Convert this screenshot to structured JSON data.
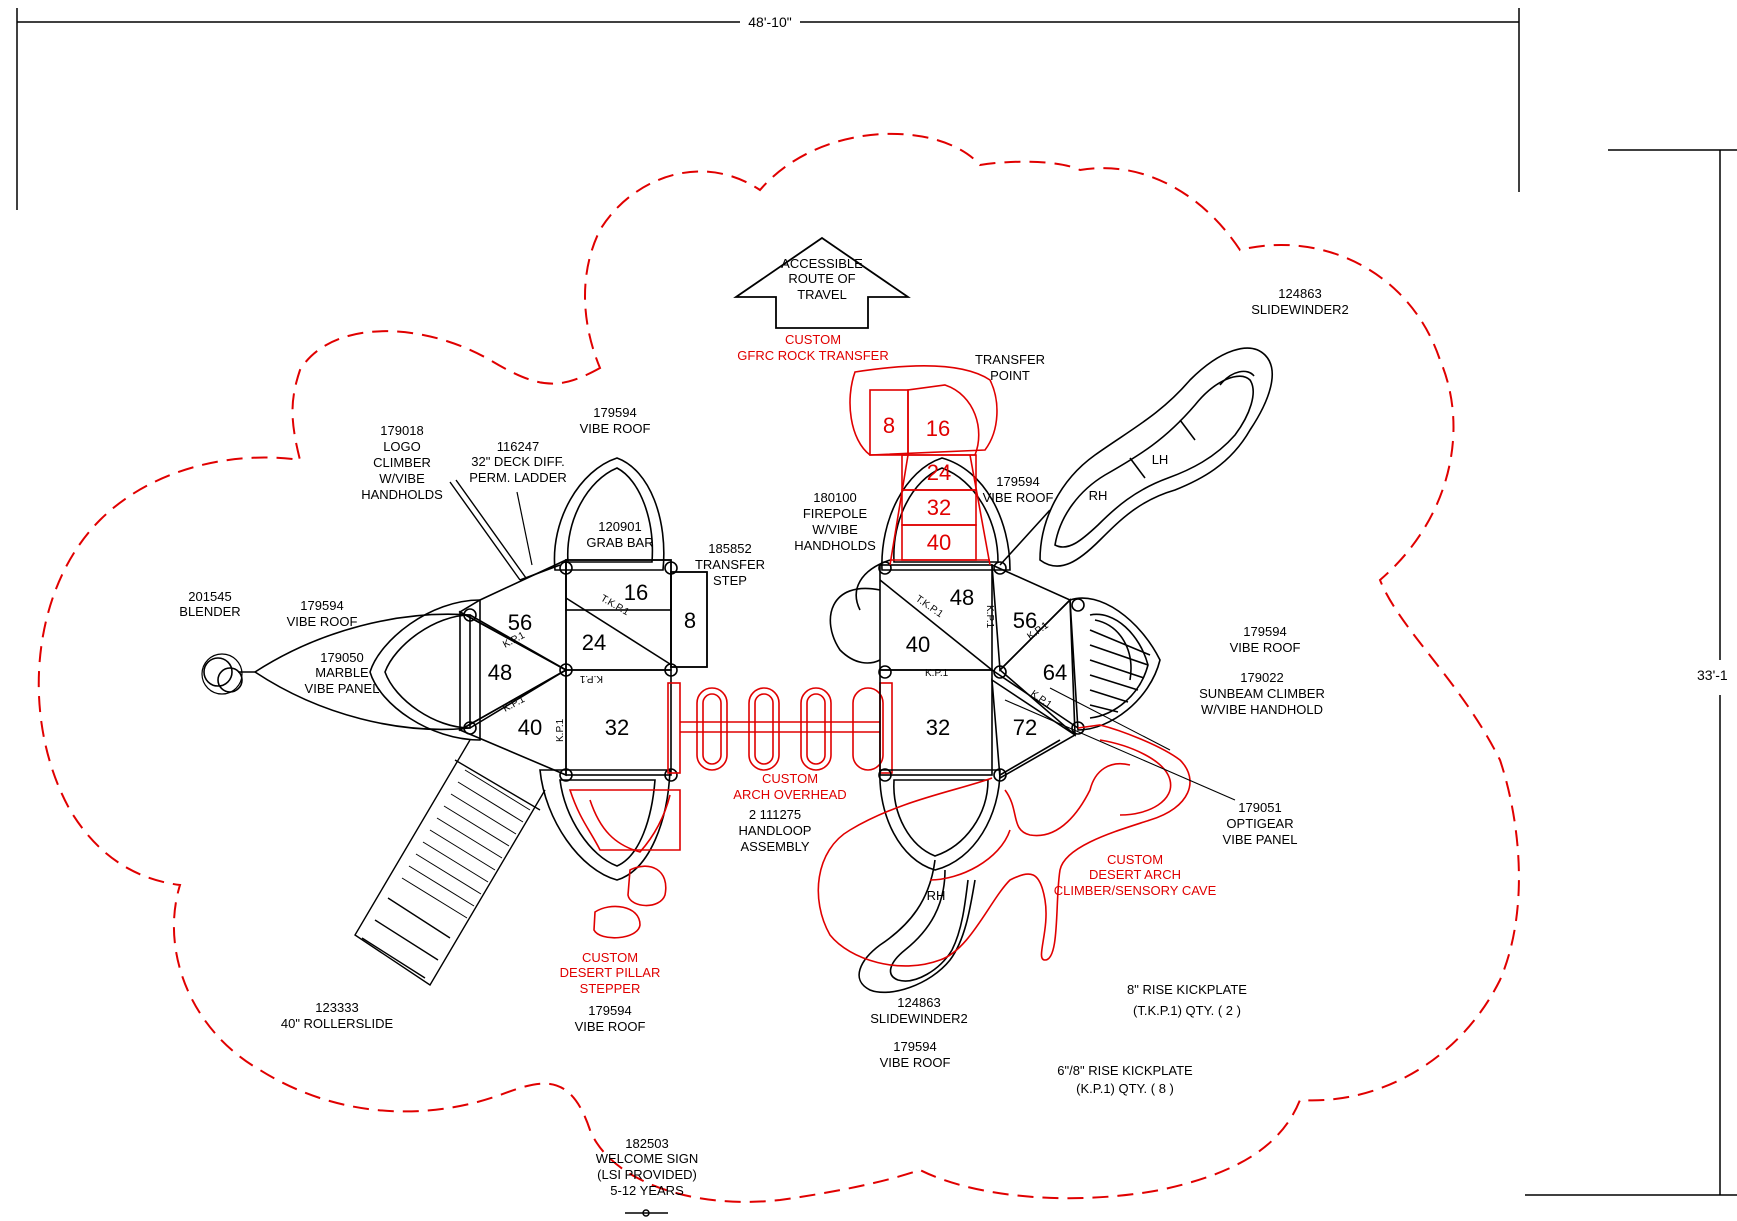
{
  "dimensions": {
    "width": "48'-10\"",
    "height": "33'-1"
  },
  "arrow_label": [
    "ACCESSIBLE",
    "ROUTE OF",
    "TRAVEL"
  ],
  "callouts": {
    "blender": [
      "201545",
      "BLENDER"
    ],
    "vibe_roof_left": [
      "179594",
      "VIBE ROOF"
    ],
    "marble_panel": [
      "179050",
      "MARBLE",
      "VIBE PANEL"
    ],
    "logo_climber": [
      "179018",
      "LOGO",
      "CLIMBER",
      "W/VIBE",
      "HANDHOLDS"
    ],
    "deck_ladder": [
      "116247",
      "32\" DECK DIFF.",
      "PERM. LADDER"
    ],
    "vibe_roof_top_left": [
      "179594",
      "VIBE ROOF"
    ],
    "grab_bar": [
      "120901",
      "GRAB BAR"
    ],
    "transfer_step": [
      "185852",
      "TRANSFER",
      "STEP"
    ],
    "gfrc_rock": [
      "CUSTOM",
      "GFRC ROCK TRANSFER"
    ],
    "transfer_point": [
      "TRANSFER",
      "POINT"
    ],
    "slidewinder_top": [
      "124863",
      "SLIDEWINDER2"
    ],
    "firepole": [
      "180100",
      "FIREPOLE",
      "W/VIBE",
      "HANDHOLDS"
    ],
    "vibe_roof_top_right": [
      "179594",
      "VIBE ROOF"
    ],
    "vibe_roof_right": [
      "179594",
      "VIBE ROOF"
    ],
    "sunbeam": [
      "179022",
      "SUNBEAM CLIMBER",
      "W/VIBE HANDHOLD"
    ],
    "arch_overhead": [
      "CUSTOM",
      "ARCH OVERHEAD"
    ],
    "handloop": [
      "2 111275",
      "HANDLOOP",
      "ASSEMBLY"
    ],
    "optigear": [
      "179051",
      "OPTIGEAR",
      "VIBE PANEL"
    ],
    "desert_arch": [
      "CUSTOM",
      "DESERT ARCH",
      "CLIMBER/SENSORY CAVE"
    ],
    "desert_pillar": [
      "CUSTOM",
      "DESERT PILLAR",
      "STEPPER"
    ],
    "vibe_roof_bottom_left": [
      "179594",
      "VIBE ROOF"
    ],
    "rollerslide": [
      "123333",
      "40\" ROLLERSLIDE"
    ],
    "slidewinder_bottom": [
      "124863",
      "SLIDEWINDER2"
    ],
    "vibe_roof_bottom_right": [
      "179594",
      "VIBE ROOF"
    ],
    "tkp_note": [
      "8\" RISE KICKPLATE",
      "(T.K.P.1) QTY. ( 2 )"
    ],
    "kp_note": [
      "6\"/8\" RISE KICKPLATE",
      "(K.P.1) QTY. ( 8 )"
    ],
    "welcome_sign": [
      "182503",
      "WELCOME SIGN",
      "(LSI PROVIDED)",
      "5-12 YEARS"
    ]
  },
  "deck_heights": {
    "left": [
      "56",
      "48",
      "40",
      "24",
      "16",
      "8",
      "32"
    ],
    "right": [
      "48",
      "56",
      "40",
      "64",
      "32",
      "72"
    ],
    "rock": [
      "8",
      "16",
      "24",
      "32",
      "40"
    ]
  },
  "slide_labels": {
    "rh_top": "RH",
    "lh_top": "LH",
    "rh_bottom": "RH"
  },
  "kickplate_label": "K.P.1",
  "tkp_label": "T.K.P.1",
  "colors": {
    "ink": "#000000",
    "custom": "#e00000"
  }
}
